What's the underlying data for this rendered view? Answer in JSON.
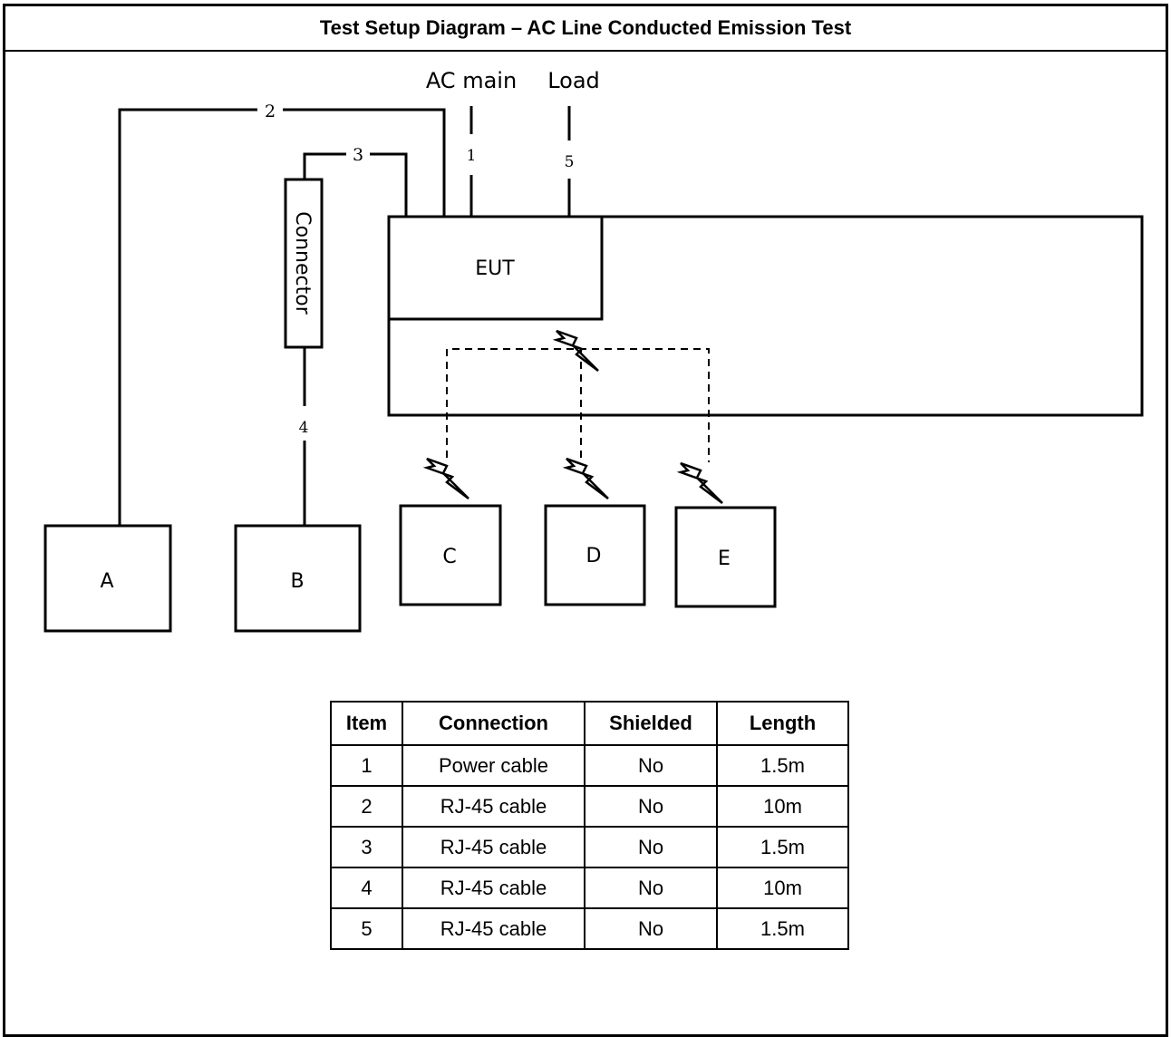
{
  "title": "Test Setup Diagram – AC Line Conducted Emission Test",
  "diagram": {
    "terminals": {
      "ac_main": "AC main",
      "load": "Load"
    },
    "eut_label": "EUT",
    "connector_label": "Connector",
    "cable_numbers": {
      "n1": "1",
      "n2": "2",
      "n3": "3",
      "n4": "4",
      "n5": "5"
    },
    "devices": {
      "a": "A",
      "b": "B",
      "c": "C",
      "d": "D",
      "e": "E"
    },
    "icons": [
      "wireless-link-icon"
    ]
  },
  "table": {
    "headers": [
      "Item",
      "Connection",
      "Shielded",
      "Length"
    ],
    "rows": [
      [
        "1",
        "Power cable",
        "No",
        "1.5m"
      ],
      [
        "2",
        "RJ-45 cable",
        "No",
        "10m"
      ],
      [
        "3",
        "RJ-45 cable",
        "No",
        "1.5m"
      ],
      [
        "4",
        "RJ-45 cable",
        "No",
        "10m"
      ],
      [
        "5",
        "RJ-45 cable",
        "No",
        "1.5m"
      ]
    ]
  }
}
